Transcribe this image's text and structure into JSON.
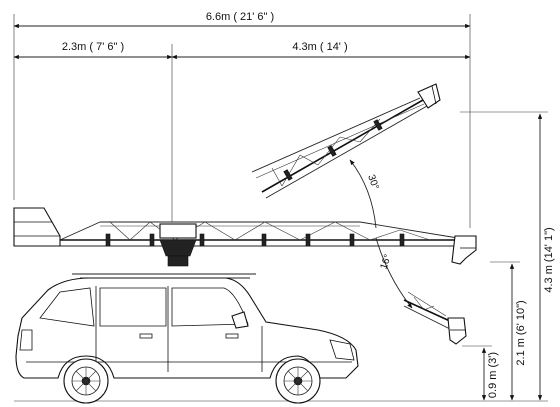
{
  "dimensions": {
    "total_length": "6.6m ( 21' 6\" )",
    "rear_length": "2.3m ( 7' 6\" )",
    "front_length": "4.3m ( 14' )",
    "max_height": "4.3 m (14' 1\")",
    "mount_height": "2.1 m (6' 10\")",
    "min_height": "0.9 m (3')"
  },
  "angles": {
    "up": "30°",
    "down": "16°"
  }
}
